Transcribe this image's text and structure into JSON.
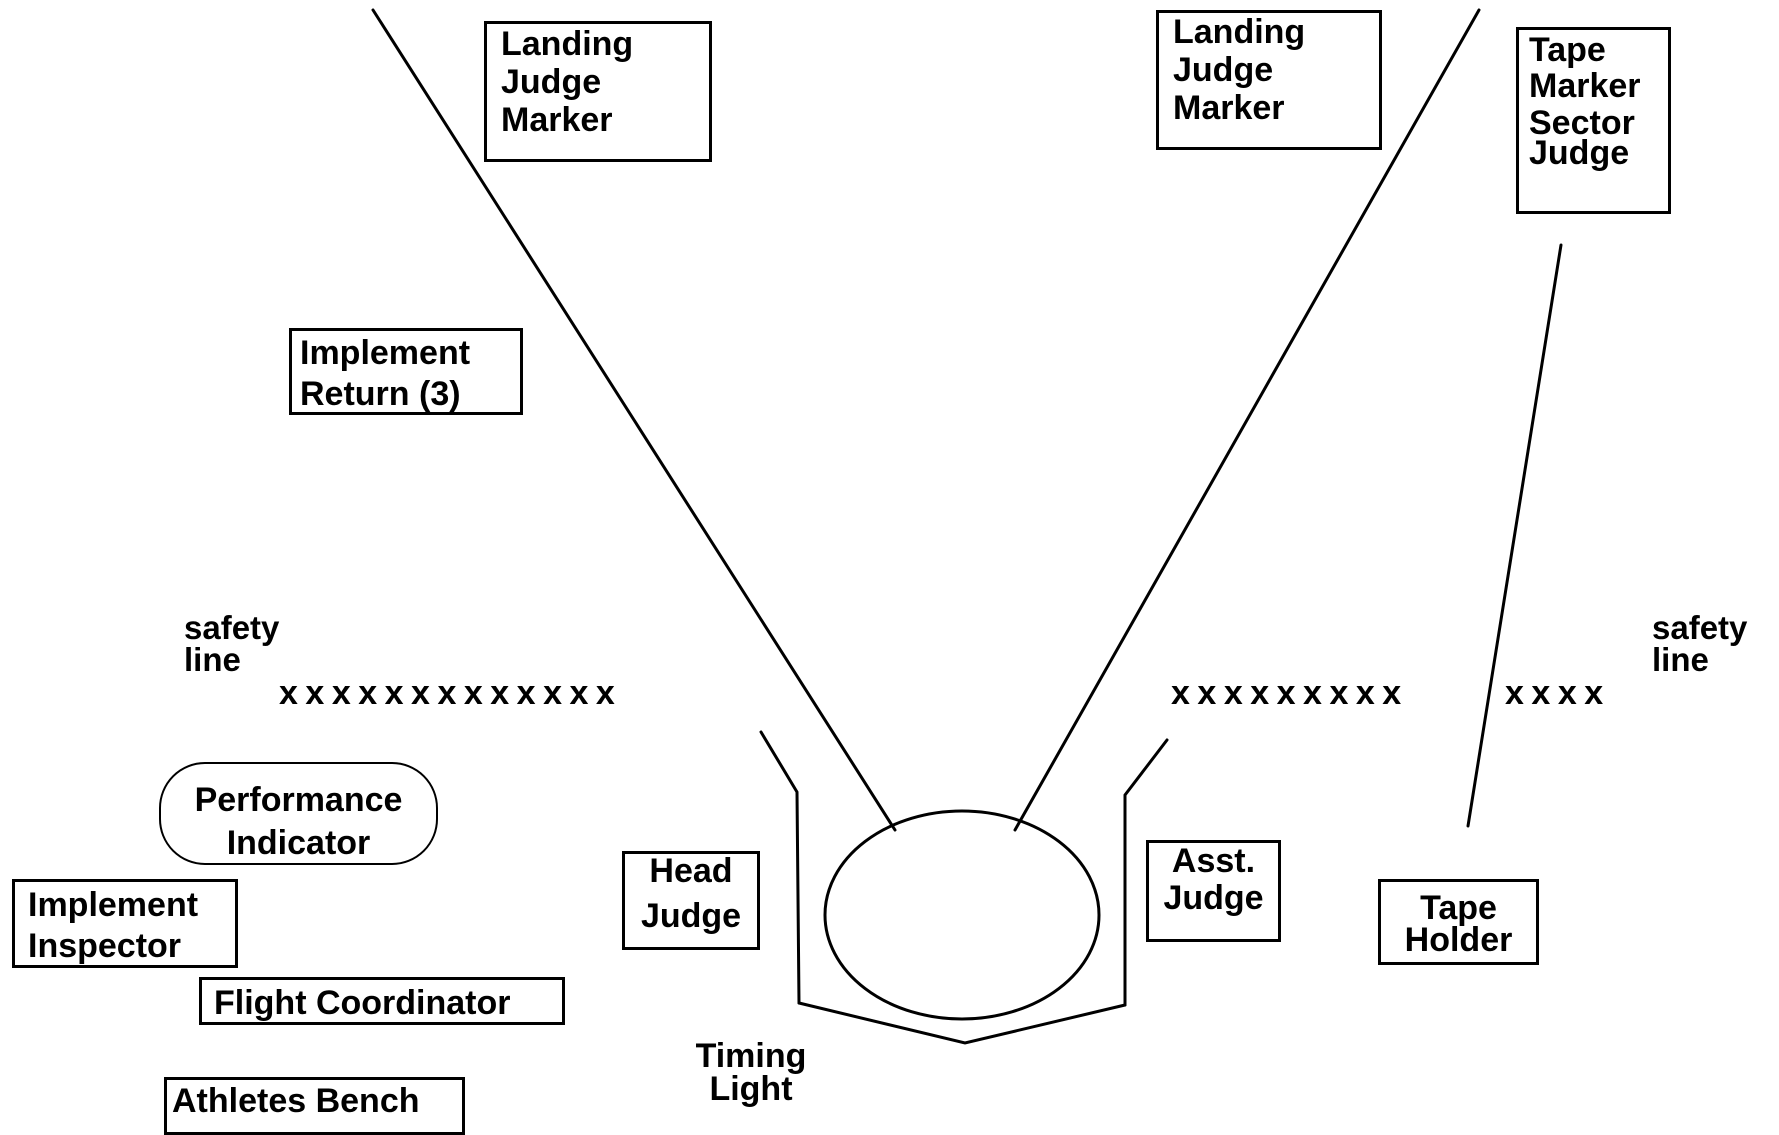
{
  "boxes": {
    "landing_judge_left": [
      "Landing",
      "Judge",
      "Marker"
    ],
    "landing_judge_right": [
      "Landing",
      "Judge",
      "Marker"
    ],
    "tape_marker_sector_judge": [
      "Tape",
      "Marker",
      "Sector",
      "Judge"
    ],
    "implement_return": [
      "Implement",
      "Return (3)"
    ],
    "performance_indicator": [
      "Performance",
      "Indicator"
    ],
    "implement_inspector": [
      "Implement",
      "Inspector"
    ],
    "flight_coordinator": [
      "Flight Coordinator"
    ],
    "athletes_bench": [
      "Athletes Bench"
    ],
    "head_judge": [
      "Head",
      "Judge"
    ],
    "asst_judge": [
      "Asst.",
      "Judge"
    ],
    "tape_holder": [
      "Tape",
      "Holder"
    ]
  },
  "labels": {
    "safety_line_left": [
      "safety",
      "line"
    ],
    "safety_line_right": [
      "safety",
      "line"
    ],
    "timing_light": [
      "Timing",
      "Light"
    ]
  },
  "safety_markers": {
    "left": "xxxxxxxxxxxxx",
    "right_a": "xxxxxxxxx",
    "right_b": "xxxx"
  }
}
